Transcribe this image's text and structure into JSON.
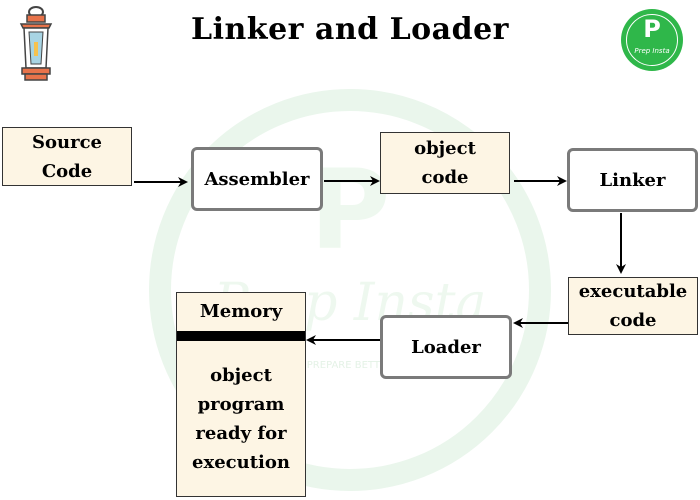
{
  "title": "Linker and Loader",
  "logo": {
    "letter": "P",
    "text": "Prep Insta"
  },
  "watermark": {
    "letter": "P",
    "text": "Prep Insta",
    "tagline": "PREPARE BETTER"
  },
  "nodes": {
    "source_code": {
      "line1": "Source",
      "line2": "Code"
    },
    "assembler": "Assembler",
    "object_code": {
      "line1": "object",
      "line2": "code"
    },
    "linker": "Linker",
    "executable_code": {
      "line1": "executable",
      "line2": "code"
    },
    "loader": "Loader",
    "memory": {
      "label": "Memory",
      "line1": "object",
      "line2": "program",
      "line3": "ready for",
      "line4": "execution"
    }
  },
  "colors": {
    "box_fill": "#fdf5e4",
    "rounded_border": "#7a7a7a",
    "logo_green": "#2fb74a",
    "lantern": "#e8734a"
  }
}
